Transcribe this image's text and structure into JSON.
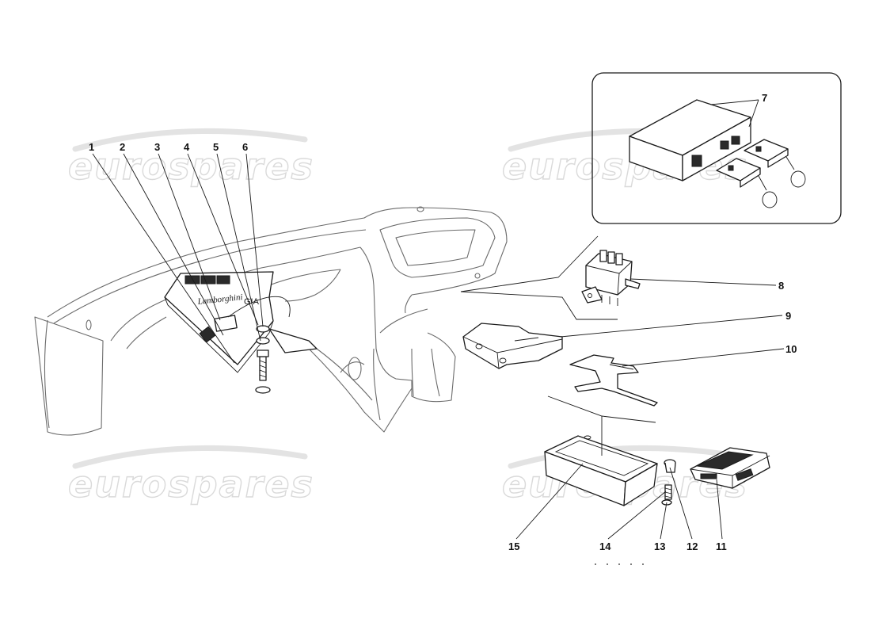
{
  "watermark": {
    "text": "eurospares"
  },
  "inset_label": "7",
  "callouts": [
    {
      "id": "1",
      "label": "1"
    },
    {
      "id": "2",
      "label": "2"
    },
    {
      "id": "3",
      "label": "3"
    },
    {
      "id": "4",
      "label": "4"
    },
    {
      "id": "5",
      "label": "5"
    },
    {
      "id": "6",
      "label": "6"
    },
    {
      "id": "8",
      "label": "8"
    },
    {
      "id": "9",
      "label": "9"
    },
    {
      "id": "10",
      "label": "10"
    },
    {
      "id": "11",
      "label": "11"
    },
    {
      "id": "12",
      "label": "12"
    },
    {
      "id": "13",
      "label": "13"
    },
    {
      "id": "14",
      "label": "14"
    },
    {
      "id": "15",
      "label": "15"
    }
  ],
  "ecu_markings": {
    "brand": "Lamborghini",
    "code": "GIA"
  },
  "colors": {
    "line": "#1a1a1a",
    "frame": "#6b6b6b",
    "watermark": "#d6d6d6"
  }
}
